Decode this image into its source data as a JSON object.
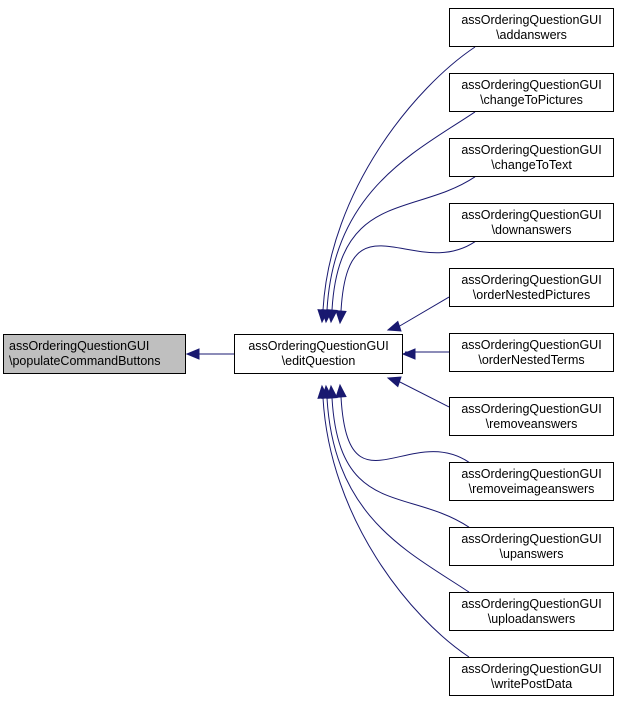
{
  "diagram": {
    "type": "doxygen-caller-graph",
    "edge_color": "#191970",
    "focus_fill": "#bfbfbf",
    "focus_node": {
      "id": "populateCommandButtons",
      "line1": "assOrderingQuestionGUI",
      "line2": "\\populateCommandButtons"
    },
    "middle_node": {
      "id": "editQuestion",
      "line1": "assOrderingQuestionGUI",
      "line2": "\\editQuestion"
    },
    "callers": [
      {
        "id": "addanswers",
        "line1": "assOrderingQuestionGUI",
        "line2": "\\addanswers"
      },
      {
        "id": "changeToPictures",
        "line1": "assOrderingQuestionGUI",
        "line2": "\\changeToPictures"
      },
      {
        "id": "changeToText",
        "line1": "assOrderingQuestionGUI",
        "line2": "\\changeToText"
      },
      {
        "id": "downanswers",
        "line1": "assOrderingQuestionGUI",
        "line2": "\\downanswers"
      },
      {
        "id": "orderNestedPictures",
        "line1": "assOrderingQuestionGUI",
        "line2": "\\orderNestedPictures"
      },
      {
        "id": "orderNestedTerms",
        "line1": "assOrderingQuestionGUI",
        "line2": "\\orderNestedTerms"
      },
      {
        "id": "removeanswers",
        "line1": "assOrderingQuestionGUI",
        "line2": "\\removeanswers"
      },
      {
        "id": "removeimageanswers",
        "line1": "assOrderingQuestionGUI",
        "line2": "\\removeimageanswers"
      },
      {
        "id": "upanswers",
        "line1": "assOrderingQuestionGUI",
        "line2": "\\upanswers"
      },
      {
        "id": "uploadanswers",
        "line1": "assOrderingQuestionGUI",
        "line2": "\\uploadanswers"
      },
      {
        "id": "writePostData",
        "line1": "assOrderingQuestionGUI",
        "line2": "\\writePostData"
      }
    ],
    "edges": [
      {
        "from": "editQuestion",
        "to": "populateCommandButtons"
      },
      {
        "from": "addanswers",
        "to": "editQuestion"
      },
      {
        "from": "changeToPictures",
        "to": "editQuestion"
      },
      {
        "from": "changeToText",
        "to": "editQuestion"
      },
      {
        "from": "downanswers",
        "to": "editQuestion"
      },
      {
        "from": "orderNestedPictures",
        "to": "editQuestion"
      },
      {
        "from": "orderNestedTerms",
        "to": "editQuestion"
      },
      {
        "from": "removeanswers",
        "to": "editQuestion"
      },
      {
        "from": "removeimageanswers",
        "to": "editQuestion"
      },
      {
        "from": "upanswers",
        "to": "editQuestion"
      },
      {
        "from": "uploadanswers",
        "to": "editQuestion"
      },
      {
        "from": "writePostData",
        "to": "editQuestion"
      }
    ]
  }
}
